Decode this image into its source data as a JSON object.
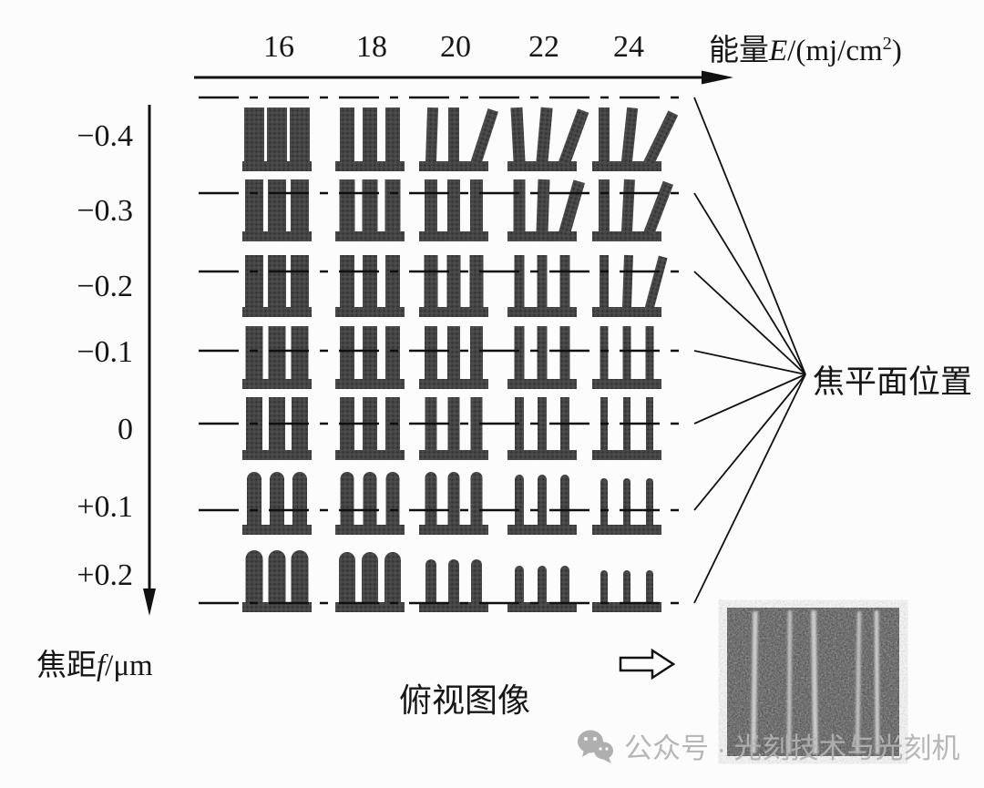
{
  "figure": {
    "energy_axis": {
      "name_cn": "能量",
      "symbol": "E",
      "unit_prefix": "/(mj/cm",
      "unit_sup": "2",
      "unit_suffix": ")",
      "ticks": [
        "16",
        "18",
        "20",
        "22",
        "24"
      ]
    },
    "focus_axis": {
      "name_cn": "焦距",
      "symbol": "f",
      "unit": "/μm",
      "ticks": [
        "−0.4",
        "−0.3",
        "−0.2",
        "−0.1",
        "0",
        "+0.1",
        "+0.2"
      ]
    },
    "labels": {
      "focal_plane": "焦平面位置",
      "top_view": "俯视图像"
    },
    "watermark": {
      "text": "公众号 · 光刻技术与光刻机"
    }
  },
  "colors": {
    "ink": "#111111",
    "resist_base": "#464646",
    "resist_dot": "#2d2d2d",
    "watermark_gray": "#b2b2b2",
    "sem_base": "#414141"
  },
  "chart_data": {
    "type": "focus_exposure_matrix",
    "title": "",
    "x_axis_label": "能量E/(mj/cm2)",
    "y_axis_label": "焦距f/μm",
    "energies_mj_cm2": [
      16,
      18,
      20,
      22,
      24
    ],
    "focus_um": [
      -0.4,
      -0.3,
      -0.2,
      -0.1,
      0,
      0.1,
      0.2
    ],
    "annotation_focal_plane": "焦平面位置",
    "annotation_top_view": "俯视图像",
    "cells": [
      [
        {
          "w": 22,
          "h": 59,
          "top": "flat",
          "tilts": [
            0,
            0,
            0
          ]
        },
        {
          "w": 16,
          "h": 59,
          "top": "flat",
          "tilts": [
            0,
            0,
            0
          ]
        },
        {
          "w": 12,
          "h": 59,
          "top": "flat",
          "tilts": [
            2,
            0,
            18
          ]
        },
        {
          "w": 13,
          "h": 59,
          "top": "flat",
          "tilts": [
            -3,
            5,
            20
          ]
        },
        {
          "w": 12,
          "h": 59,
          "top": "flat",
          "tilts": [
            0,
            6,
            26
          ]
        }
      ],
      [
        {
          "w": 20,
          "h": 57,
          "top": "flat",
          "tilts": [
            0,
            0,
            0
          ]
        },
        {
          "w": 17,
          "h": 57,
          "top": "flat",
          "tilts": [
            0,
            0,
            0
          ]
        },
        {
          "w": 14,
          "h": 57,
          "top": "flat",
          "tilts": [
            0,
            0,
            0
          ]
        },
        {
          "w": 13,
          "h": 57,
          "top": "flat",
          "tilts": [
            0,
            2,
            16
          ]
        },
        {
          "w": 12,
          "h": 57,
          "top": "flat",
          "tilts": [
            0,
            3,
            21
          ]
        }
      ],
      [
        {
          "w": 20,
          "h": 57,
          "top": "flat",
          "tilts": [
            0,
            0,
            0
          ]
        },
        {
          "w": 16,
          "h": 57,
          "top": "flat",
          "tilts": [
            0,
            0,
            0
          ]
        },
        {
          "w": 15,
          "h": 57,
          "top": "flat",
          "tilts": [
            0,
            0,
            0
          ]
        },
        {
          "w": 11,
          "h": 57,
          "top": "flat",
          "tilts": [
            0,
            0,
            0
          ]
        },
        {
          "w": 10,
          "h": 57,
          "top": "flat",
          "tilts": [
            0,
            2,
            15
          ]
        }
      ],
      [
        {
          "w": 19,
          "h": 58,
          "top": "flat",
          "tilts": [
            0,
            0,
            0
          ]
        },
        {
          "w": 16,
          "h": 58,
          "top": "flat",
          "tilts": [
            0,
            0,
            0
          ]
        },
        {
          "w": 14,
          "h": 58,
          "top": "flat",
          "tilts": [
            0,
            0,
            0
          ]
        },
        {
          "w": 11,
          "h": 58,
          "top": "flat",
          "tilts": [
            0,
            0,
            0
          ]
        },
        {
          "w": 9,
          "h": 58,
          "top": "flat",
          "tilts": [
            0,
            0,
            0
          ]
        }
      ],
      [
        {
          "w": 18,
          "h": 58,
          "top": "flat",
          "tilts": [
            0,
            0,
            0
          ]
        },
        {
          "w": 16,
          "h": 58,
          "top": "flat",
          "tilts": [
            0,
            0,
            0
          ]
        },
        {
          "w": 13,
          "h": 58,
          "top": "flat",
          "tilts": [
            0,
            0,
            0
          ]
        },
        {
          "w": 10,
          "h": 58,
          "top": "flat",
          "tilts": [
            0,
            0,
            0
          ]
        },
        {
          "w": 8,
          "h": 58,
          "top": "flat",
          "tilts": [
            0,
            0,
            0
          ]
        }
      ],
      [
        {
          "w": 16,
          "h": 58,
          "top": "round",
          "tilts": [
            0,
            0,
            0
          ]
        },
        {
          "w": 15,
          "h": 58,
          "top": "round",
          "tilts": [
            0,
            0,
            0
          ]
        },
        {
          "w": 13,
          "h": 58,
          "top": "round",
          "tilts": [
            0,
            0,
            0
          ]
        },
        {
          "w": 10,
          "h": 55,
          "top": "round",
          "tilts": [
            0,
            0,
            0
          ]
        },
        {
          "w": 8,
          "h": 51,
          "top": "round",
          "tilts": [
            0,
            0,
            0
          ]
        }
      ],
      [
        {
          "w": 19,
          "h": 57,
          "top": "round",
          "tilts": [
            0,
            0,
            0
          ]
        },
        {
          "w": 18,
          "h": 55,
          "top": "round",
          "tilts": [
            0,
            0,
            0
          ]
        },
        {
          "w": 12,
          "h": 47,
          "top": "round",
          "tilts": [
            0,
            0,
            0
          ]
        },
        {
          "w": 10,
          "h": 40,
          "top": "round",
          "tilts": [
            0,
            0,
            0
          ]
        },
        {
          "w": 8,
          "h": 35,
          "top": "round",
          "tilts": [
            0,
            0,
            0
          ]
        }
      ]
    ]
  }
}
